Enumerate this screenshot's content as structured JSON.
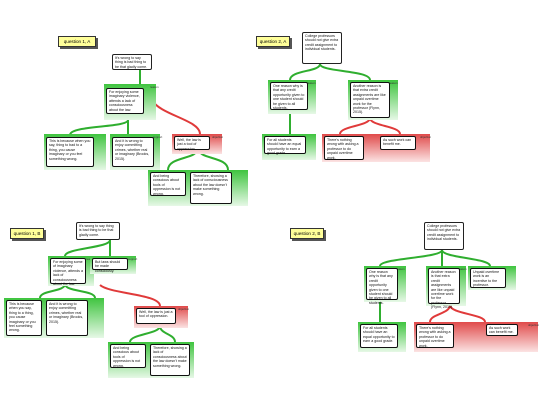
{
  "maps": [
    {
      "question": "question 1, A",
      "root": "It's wrong to say thing is bad thing to be that gladly come.",
      "tags": [
        "reason",
        "objection",
        "support"
      ],
      "nodes": [
        "For enjoying some imaginary violence, attends a lack of consciousness about the law.",
        "This is because when you say, thing to bad to a thing, you cause imaginary or you feel something wrong.",
        "And it is wrong to enjoy committing crimes, whether real or imaginary (Brooks, 2015).",
        "Well, the law is just a tool of oppression.",
        "And being conscious about tools of oppression is not wrong.",
        "Therefore, showing a lack of consciousness about the law doesn't make something wrong."
      ]
    },
    {
      "question": "question 2, A",
      "root": "College professors should not give extra credit assignment to individual students.",
      "tags": [
        "reason",
        "reason",
        "objection"
      ],
      "nodes": [
        "One reason why is that any credit opportunity given to one student should be given to all students.",
        "Another reason is that extra credit assignments are like unpaid overtime work for the professor (Flynn, 2015).",
        "For all students should have an equal opportunity to earn a good grade.",
        "There's nothing wrong with asking a professor to do unpaid overtime work.",
        "As such work can benefit me."
      ]
    },
    {
      "question": "question 1, B",
      "root": "It's wrong to say thing is bad thing to be that gladly come.",
      "tags": [
        "reason",
        "support",
        "objection"
      ],
      "nodes": [
        "For enjoying some of imaginary violence, attends a lack of consciousness about the law.",
        "But laws should be made consciously.",
        "This is because when you say, thing to a thing, you cause imaginary or you feel something wrong.",
        "And it is wrong to enjoy committing crimes, whether real or imaginary (Brooks, 2015).",
        "Well, the law is just a tool of oppression.",
        "And being conscious about tools of oppression is not wrong.",
        "Therefore, showing a lack of consciousness about the law doesn't make something wrong."
      ]
    },
    {
      "question": "question 2, B",
      "root": "College professors should not give extra credit assignment to individual students.",
      "tags": [
        "reason",
        "reason",
        "objection"
      ],
      "nodes": [
        "One reason why is that any credit opportunity given to one student should be given to all students.",
        "Another reason is that extra credit assignments are like unpaid overtime work for the professor (Flynn, 2015).",
        "Unpaid overtime work is an incentive to the professor.",
        "For all students should have an equal opportunity to earn a good grade.",
        "There's nothing wrong with asking a professor to do unpaid overtime work.",
        "As such work can benefit me."
      ]
    }
  ]
}
